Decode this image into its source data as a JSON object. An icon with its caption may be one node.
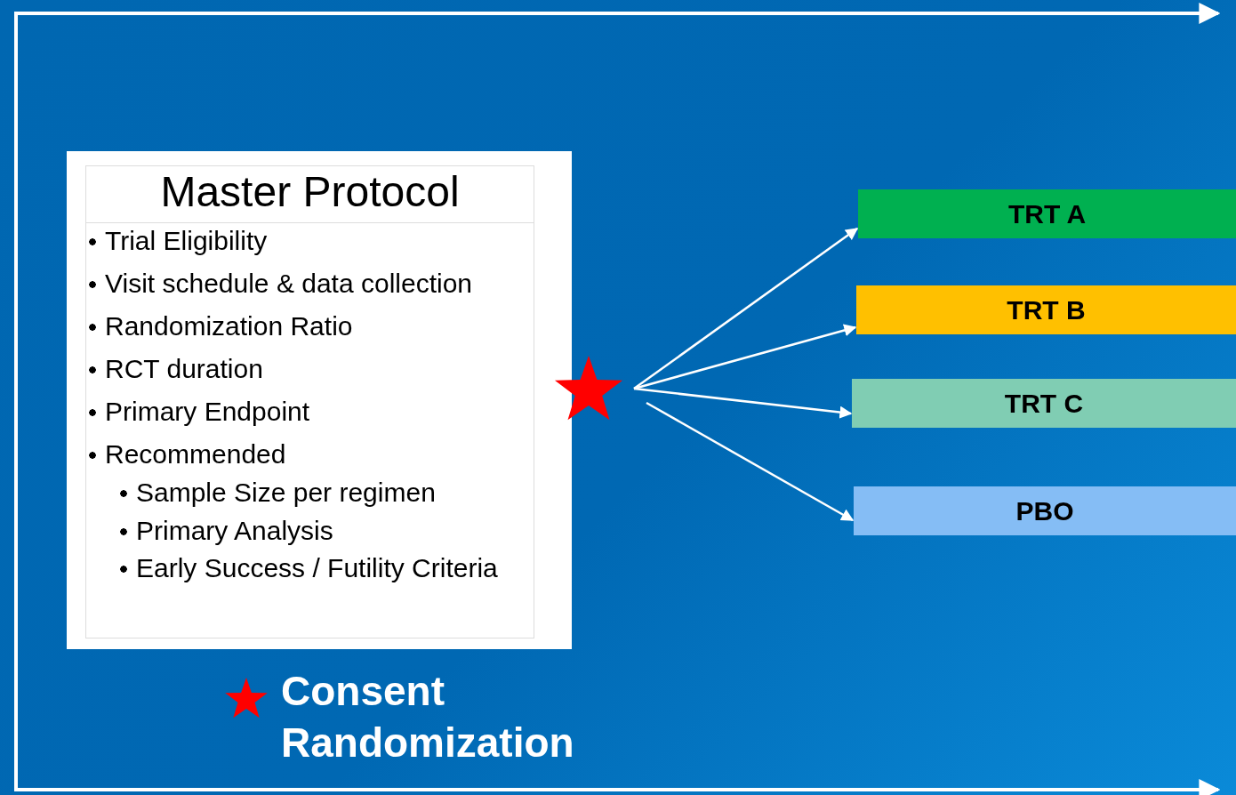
{
  "diagram": {
    "nodes": [
      {
        "text": [
          "Master Protocol",
          "Trial Eligibility",
          "Visit schedule & data collection",
          "Randomization Ratio",
          "RCT duration",
          "Primary Endpoint",
          "Recommended",
          "Sample Size per regimen",
          "Primary Analysis",
          "Early Success / Futility Criteria"
        ]
      },
      {
        "text": [],
        "shape": "star"
      },
      {
        "text": [
          "TRT A"
        ]
      },
      {
        "text": [
          "TRT B"
        ]
      },
      {
        "text": [
          "TRT C"
        ]
      },
      {
        "text": [
          "PBO"
        ]
      }
    ],
    "edges": [
      {
        "from": 1,
        "to": 2,
        "arrow": "to"
      },
      {
        "from": 1,
        "to": 3,
        "arrow": "to"
      },
      {
        "from": 1,
        "to": 4,
        "arrow": "to"
      },
      {
        "from": 1,
        "to": 5,
        "arrow": "to"
      }
    ],
    "legend": [
      {
        "text": "Consent Randomization"
      }
    ]
  }
}
